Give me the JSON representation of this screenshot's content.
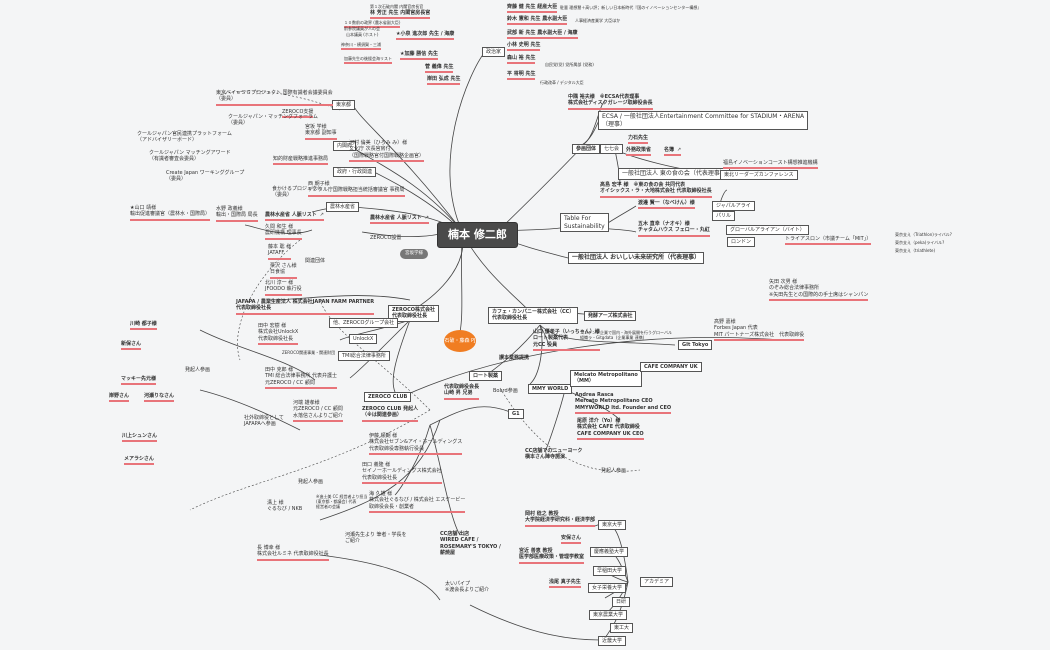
{
  "center": "楠本 修二郎",
  "tags": {
    "left": "宮坂学様",
    "orange": "石破・藤森\nPJ"
  },
  "top": {
    "people": [
      {
        "name": "林 芳正 先生 内閣官房長官",
        "note": "第１次石破内閣 内閣官房長官"
      },
      {
        "name": "★小泉 進次郎 先生 / 海康",
        "note": ""
      },
      {
        "name": "★加藤 勝信 先生",
        "note": ""
      },
      {
        "name": "菅 義偉 先生",
        "note": ""
      },
      {
        "name": "岸田 弘成 先生",
        "note": ""
      }
    ],
    "smalls": [
      "１０数前の政界  (農水省副大臣)",
      "前参院議員が人の会",
      "山本議員  (ホスト)",
      "神奈川・横須賀・三浦",
      "加藤先生の後援会海リスト"
    ],
    "tag": "政治家",
    "right": [
      {
        "name": "齊藤 健 先生 経産大臣",
        "desc": "駐輩 理想慧＋高い評；新しい日本新時代『国のイノベーションセンター構想』"
      },
      {
        "name": "鈴木 憲和 先生 農水副大臣",
        "desc": "人事経済産業学 大臣ほか"
      },
      {
        "name": "武部 新 先生 農水副大臣 / 海康",
        "desc": ""
      },
      {
        "name": "小林 史明 先生",
        "desc": ""
      },
      {
        "name": "森山 裕 先生",
        "desc": "自民党(党) 党所属部 (党務)"
      },
      {
        "name": "平 将明 先生",
        "desc": "行政改革 / デジタル大臣"
      }
    ]
  },
  "left": {
    "tokyo_tag": "東京都",
    "tokyo_text": "東京ベイｅＳＧプロジェクト 国際有識者会議委員会\n（委員）",
    "zeroco": "ZEROCO支援",
    "cool": "クールジャパン・マッチングフォーラム\n（委員）",
    "cabinet_tag": "内閣府",
    "miyasaka": "宮坂 学様\n東京都 副知事",
    "cjapan": "クールジャパン官民連携プラットフォーム\n（アドバイザリーボード）",
    "cjmatch": "クールジャパン マッチングアワード\n（有識者審査会委員）",
    "createjp": "Create Japan ワーキンググループ\n（委員）",
    "ip": "知的財産戦略推進事務局",
    "kawamura": "河村 倫美（ひろみ み）様\n文化庁 次長官房付\n（国際戦略官付国際戦略企画官）",
    "gov_tag": "政府・行政関連",
    "nishi": "西 朝子様\nデジタル庁国際戦略担当統括審議官 事務局",
    "shokuhin": "食かけるプロジェクト\n（委員）",
    "mizuno": "水野 政義様\n輸出・国際局 局長",
    "yamaguchi": "★山口 靖様\n輸出促進審議官（農林水・国際局）",
    "maff_person": "農林水産省 人脈リスト",
    "maff_tag": "農林水産省",
    "maff_list": "農林水産省 人脈リスト",
    "kubo": "久間 和生 様\n農研機構 理事長",
    "fujimoto": "藤本 聡 様\nJATAFF",
    "kurisawa": "栗沢 さん様\n日食協",
    "kitagawa": "北川 淳一 様\nJFOODO 執行役",
    "kanren": "関連団体",
    "zeroco_tag": "ZEROCO設置"
  },
  "middle": {
    "jafarp": "JAFAPA / 農業生産法人 株式会社JAPAN FARM PARTNER\n代表取締役社長",
    "zeroco_corp": "ZEROCO株式会社\n代表取締役社長",
    "zero_group": "他、ZEROCOグループ会社",
    "tanaka": "田中 宏樹 様\n株式会社UnlockX\n代表取締役社長",
    "unlockx": "UnlockX",
    "tmi_link": "ZEROCO関連事業・関連財団",
    "tmi": "TMI総合法律事務所",
    "tanaka2": "田中 克郎 様\nTMI 総合法律事務所 代表弁護士\n元ZEROCO / CC 顧問",
    "kawabata": "河端 雄孝様\n元ZEROCO / CC 顧問\n水落信さんよりご紹介",
    "zeroclub": "ZEROCO CLUB",
    "zeroclub_desc": "ZEROCO CLUB 発起人\n（※は関連参画）",
    "ito": "伊藤 順朗 様\n株式会社セブン&アイ・ホールディングス\n代表取締役専務執行役員",
    "tanaka3": "田口 義隆 様\nセイノーホールディングス株式会社\n代表取締役社長",
    "umi": "海 久雄 様\n株式会社ぐるなび / 株式会社 エスケービー\n取締役会長・創業者",
    "kawase": "河瀬先生より 筆者・学長を\nご紹介",
    "naga": "長 博幸 様\n株式会社ルミネ 代表取締役社長",
    "mizo": "溝上 様\nぐるなび / NKB",
    "ohashi": "※進士美 CC 経営者より担当\n(東京都・都議会) 代表\n経営者の会議"
  },
  "left_names": [
    "川崎 都子様",
    "新保さん",
    "マッキー先元様",
    "岸野さん",
    "河瀬りなさん",
    "川上シュンさん",
    "メアラシさん"
  ],
  "left_labels": {
    "hakkinin": "発起人参画",
    "shagai": "社外取締役として\nJAFAPAへ参画",
    "hakki2": "発起人参画"
  },
  "cafe": {
    "corp": "カフェ・カンパニー株式会社（CC）\n代表取締役社長",
    "ta": "発酵アーズ株式会社",
    "yamaguchi": "山口 優孝子（いっちゃん）様\nロート製薬代表\n元CC 役員",
    "kigyou": "讃本業務提携",
    "rohto": "ロート製薬",
    "dobbs": "代表取締役会長\n山崎 昇 兄弟",
    "board": "Board参画",
    "mmy": "MMY WORLD",
    "g1": "G1",
    "ccshop": "CC店舗でのニューヨーク\n横本さん陣寺施演",
    "ccshops2": "CC店舗 出店\nWIRED CAFE /\nROSEMARY'S TOKYO /\n薪焼屋",
    "taipipe": "太いパイプ\n※渡会長よりご紹介",
    "melcato": "Melcato Metropolitano\n（MM）",
    "cafecomp": "CAFE COMPANY UK",
    "andrea": "Andrea Rasca\nMercato Metropolitano CEO\nMMYWORLD ltd. Founder and CEO",
    "onoe": "尾原 洋介（Yo）様\n株式会社 CAFE 代表取締役\nCAFE COMPANY UK CEO",
    "hakki3": "発起人参画"
  },
  "right": {
    "sankaku_tag": "参画団体",
    "ecsa": "ECSA / 一般社団法人Entertainment Committee for STADIUM・ARENA\n（理事）",
    "sasaki": "中隅 裕夫様　※ECSA代表理事\n株式会社ディスクガレージ取締役会長",
    "nanakai": "七七会",
    "rikimaru": "力石先生",
    "gaimu": "外務政策省",
    "meibo": "名簿",
    "ippan": "一般社団法人 東の食の会（代表理事）",
    "fukushima": "福島イノベーションコースト構想推進機構",
    "fukkou": "東北リーダーズカンファレンス",
    "takashima": "髙島 宏平 様　※東の食の会 共同代表\nオイシックス・ラ・大地株式会社 代表取締役社長",
    "tfs": "Table For\nSustainability",
    "watanabe": "渡邊 賢一（なべけん）様",
    "shinka": "ジャパルアライ",
    "paru": "パリル",
    "gokita": "五木 直幸（ナオキ）様\nチャタムハウス フェロー・丸紅",
    "glob": "グローバルアライアン（バイト）",
    "london": "ロンドン",
    "ippanmirai": "一般社団法人 おいしい未来研究所（代表理事）",
    "gitokyo": "GIt Tokyo",
    "gitnote": "コンテンツ企業で国内・海外展開を行うグローバル\n組織ラ・Gitgdata  (企業事業 連携)",
    "takano": "高野 嘉様\nForbes Japan 代表\nMIT パートナーズ株式会社　代表取締役",
    "yada": "矢田 次男 様\nのぞみ総合法律事務所\n※矢田先生との国際的の手士席はシャンパン",
    "triathlon": "トライアスロン（市議チーム「MIT」）",
    "tri_small": [
      "東京支え（Triathlon)ライバル?",
      "東京支え（peka)ライバル?",
      "東京支え（triathlete)"
    ]
  },
  "academia": {
    "tag": "アカデミア",
    "okamura": "岡村 稔之 教授\n大学院経済学研究科・経済学部",
    "todai": "東京大学",
    "anbu": "安保さん",
    "miyazaki": "宮近 善恵 教授\n医学部医療政策・管理学教室",
    "keio": "慶應義塾大学",
    "waseda": "早稲田大学",
    "asai": "浅尾 真子先生",
    "joshi": "女子栄養大学",
    "ikkyou": "日研",
    "noko": "東京農業大学",
    "koudai": "東工大",
    "kindai": "近畿大学"
  }
}
